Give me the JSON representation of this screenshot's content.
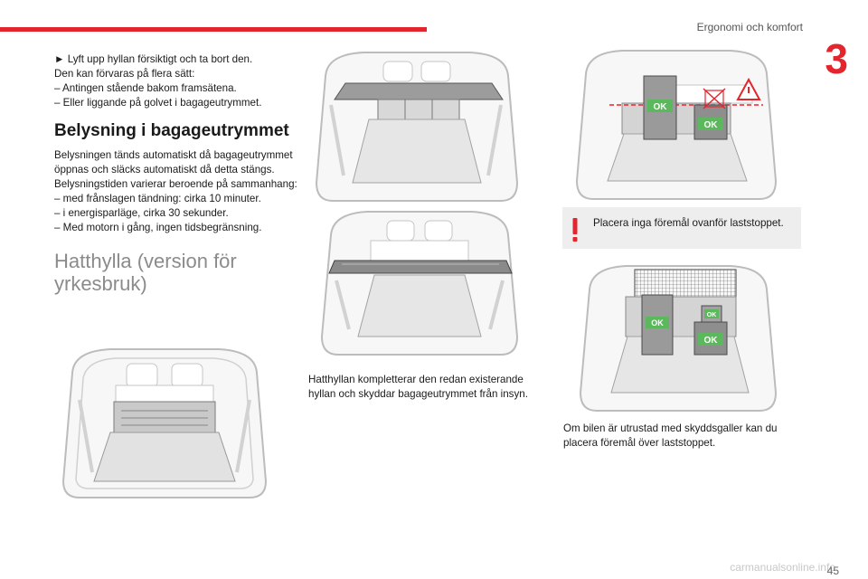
{
  "header": {
    "section_title": "Ergonomi och komfort",
    "chapter_number": "3",
    "accent_color": "#e3262e"
  },
  "left_column": {
    "intro": [
      "► Lyft upp hyllan försiktigt och ta bort den.",
      "Den kan förvaras på flera sätt:",
      "– Antingen stående bakom framsätena.",
      "– Eller liggande på golvet i bagageutrymmet."
    ],
    "heading_lighting": "Belysning i bagageutrymmet",
    "lighting_paragraphs": [
      "Belysningen tänds automatiskt då bagageutrymmet öppnas och släcks automatiskt då detta stängs.",
      "Belysningstiden varierar beroende på sammanhang:",
      "– med frånslagen tändning: cirka 10 minuter.",
      "– i energisparläge, cirka 30 sekunder.",
      "– Med motorn i gång, ingen tidsbegränsning."
    ],
    "heading_hatshelf": "Hatthylla (version för yrkesbruk)"
  },
  "middle_column": {
    "caption": "Hatthyllan kompletterar den redan existerande hyllan och skyddar bagageutrymmet från insyn."
  },
  "right_column": {
    "ok_label": "OK",
    "warning_text": "Placera inga föremål ovanför laststoppet.",
    "caption": "Om bilen är utrustad med skyddsgaller kan du placera föremål över laststoppet."
  },
  "footer": {
    "page_number": "45",
    "watermark": "carmanualsonline.info"
  }
}
